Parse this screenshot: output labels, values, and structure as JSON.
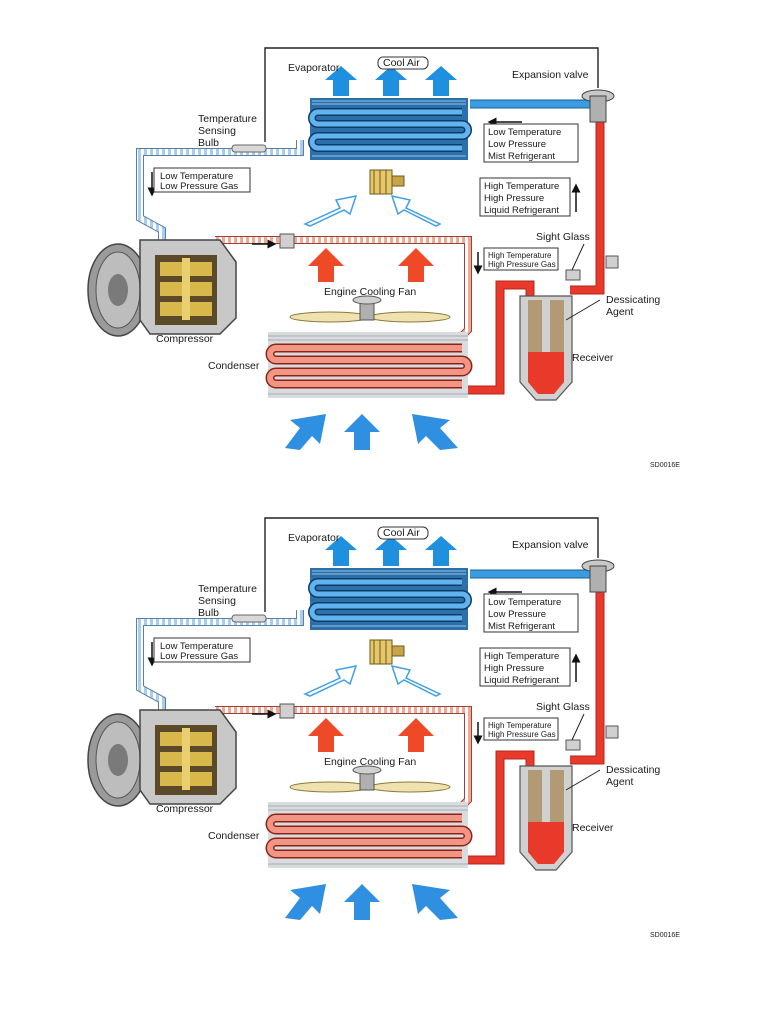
{
  "panels": [
    {
      "labels": {
        "evaporator": "Evaporator",
        "cool_air": "Cool Air",
        "expansion_valve": "Expansion valve",
        "temp_bulb_1": "Temperature",
        "temp_bulb_2": "Sensing",
        "temp_bulb_3": "Bulb",
        "low_gas_1": "Low Temperature",
        "low_gas_2": "Low Pressure Gas",
        "mist_1": "Low Temperature",
        "mist_2": "Low Pressure",
        "mist_3": "Mist Refrigerant",
        "liquid_1": "High Temperature",
        "liquid_2": "High Pressure",
        "liquid_3": "Liquid Refrigerant",
        "sight_glass": "Sight Glass",
        "hp_gas_1": "High Temperature",
        "hp_gas_2": "High Pressure Gas",
        "engine_fan": "Engine Cooling Fan",
        "dessicating_1": "Dessicating",
        "dessicating_2": "Agent",
        "compressor": "Compressor",
        "condenser": "Condenser",
        "receiver": "Receiver",
        "figure_id": "SD0016E"
      }
    },
    {
      "labels": {
        "evaporator": "Evaporator",
        "cool_air": "Cool Air",
        "expansion_valve": "Expansion valve",
        "temp_bulb_1": "Temperature",
        "temp_bulb_2": "Sensing",
        "temp_bulb_3": "Bulb",
        "low_gas_1": "Low Temperature",
        "low_gas_2": "Low Pressure Gas",
        "mist_1": "Low Temperature",
        "mist_2": "Low Pressure",
        "mist_3": "Mist Refrigerant",
        "liquid_1": "High Temperature",
        "liquid_2": "High Pressure",
        "liquid_3": "Liquid Refrigerant",
        "sight_glass": "Sight Glass",
        "hp_gas_1": "High Temperature",
        "hp_gas_2": "High Pressure Gas",
        "engine_fan": "Engine Cooling Fan",
        "dessicating_1": "Dessicating",
        "dessicating_2": "Agent",
        "compressor": "Compressor",
        "condenser": "Condenser",
        "receiver": "Receiver",
        "figure_id": "SD0016E"
      }
    }
  ],
  "colors": {
    "high_pressure_liquid": "#e8392a",
    "high_pressure_gas": "#f2a894",
    "low_pressure_gas": "#a9cdee",
    "low_pressure_mist": "#3a9be0",
    "warm_air_arrow": "#ee4a28",
    "cool_air_arrow": "#1f8fe0",
    "intake_air_arrow": "#2f8fe0",
    "compressor_body": "#c8c8c8",
    "fan_blade": "#efe2b0"
  }
}
